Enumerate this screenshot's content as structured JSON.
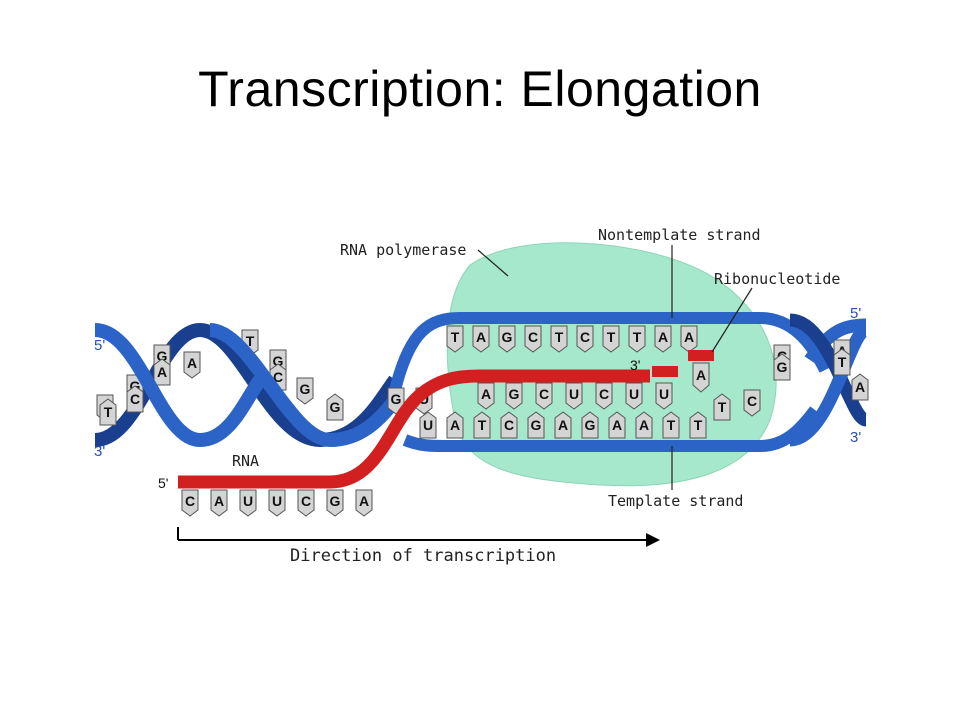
{
  "title": "Transcription:  Elongation",
  "labels": {
    "rna_polymerase": "RNA polymerase",
    "nontemplate_strand": "Nontemplate strand",
    "ribonucleotide": "Ribonucleotide",
    "template_strand": "Template strand",
    "rna": "RNA",
    "direction": "Direction of transcription"
  },
  "ends": {
    "left_top": "5'",
    "left_bottom": "3'",
    "right_top": "5'",
    "right_bottom": "3'",
    "rna_5": "5'",
    "rna_3": "3'"
  },
  "sequences": {
    "left_helix": [
      "A",
      "T",
      "G",
      "C",
      "G",
      "A",
      "A",
      "T",
      "G",
      "C",
      "G",
      "G"
    ],
    "nontemplate_bubble": [
      "T",
      "A",
      "G",
      "C",
      "T",
      "C",
      "T",
      "T",
      "A",
      "A"
    ],
    "template_bubble": [
      "U",
      "A",
      "T",
      "C",
      "G",
      "A",
      "G",
      "A",
      "A",
      "T",
      "T"
    ],
    "rna_in_bubble": [
      "G",
      "U",
      "A",
      "G",
      "C",
      "U",
      "C",
      "U",
      "U"
    ],
    "rna_tail": [
      "C",
      "A",
      "U",
      "U",
      "C",
      "G",
      "A"
    ],
    "ribonucleotide_base": "A",
    "right_helix": [
      "C",
      "G",
      "C",
      "A",
      "T",
      "T",
      "A"
    ]
  },
  "colors": {
    "dna_strand": "#2b63c7",
    "dna_dark": "#1a3f8f",
    "rna": "#d21f1f",
    "polymerase": "#a6e8cc",
    "base_fill": "#d4d4d4"
  }
}
